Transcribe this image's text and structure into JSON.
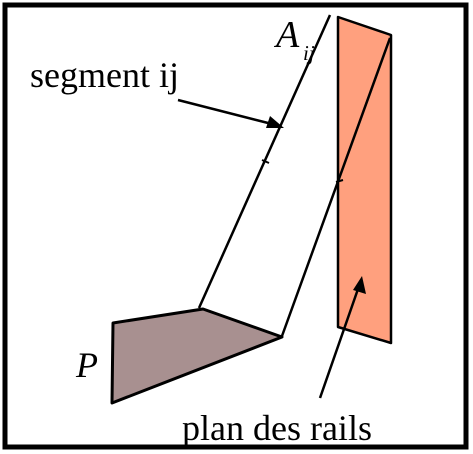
{
  "labels": {
    "segment": "segment ij",
    "point_a_main": "A",
    "point_a_sub": "ij",
    "polygon_p": "P",
    "rail_plane": "plan des rails"
  },
  "colors": {
    "frame": "#000000",
    "rail_plane_fill": "#FFA07E",
    "polygon_fill": "#A89090",
    "line": "#000000"
  }
}
